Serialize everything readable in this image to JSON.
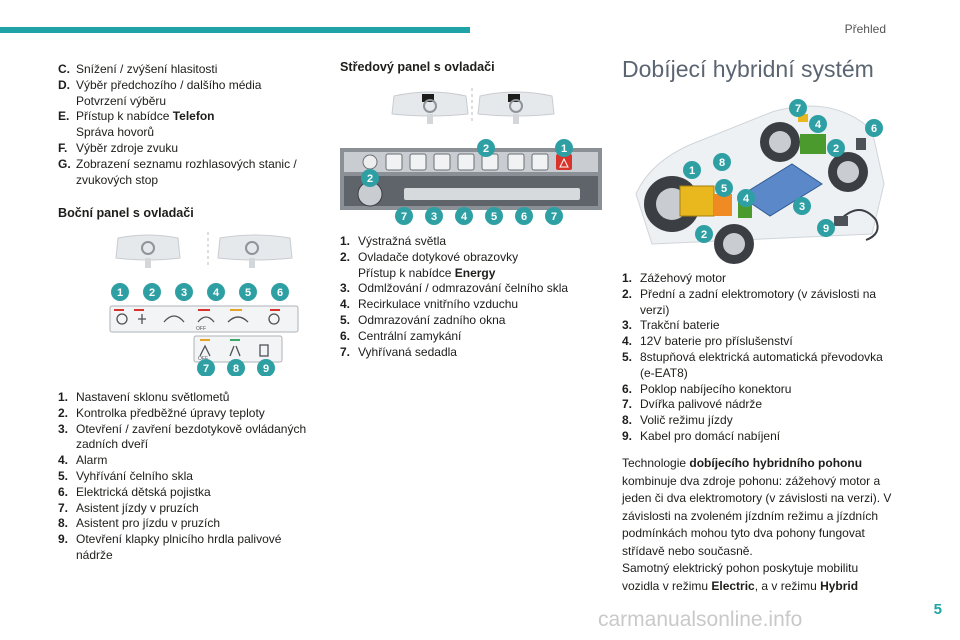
{
  "header": {
    "section": "Přehled"
  },
  "col1": {
    "top_list": [
      {
        "k": "C.",
        "v": "Snížení / zvýšení hlasitosti"
      },
      {
        "k": "D.",
        "v": "Výběr předchozího / dalšího média"
      },
      {
        "k": "",
        "v": "Potvrzení výběru"
      },
      {
        "k": "E.",
        "v": "Přístup k nabídce ",
        "bold": "Telefon"
      },
      {
        "k": "",
        "v": "Správa hovorů"
      },
      {
        "k": "F.",
        "v": "Výběr zdroje zvuku"
      },
      {
        "k": "G.",
        "v": "Zobrazení seznamu rozhlasových stanic / zvukových stop"
      }
    ],
    "side_title": "Boční panel s ovladači",
    "side_list": [
      {
        "k": "1.",
        "v": "Nastavení sklonu světlometů"
      },
      {
        "k": "2.",
        "v": "Kontrolka předběžné úpravy teploty"
      },
      {
        "k": "3.",
        "v": "Otevření / zavření bezdotykově ovládaných zadních dveří"
      },
      {
        "k": "4.",
        "v": "Alarm"
      },
      {
        "k": "5.",
        "v": "Vyhřívání čelního skla"
      },
      {
        "k": "6.",
        "v": "Elektrická dětská pojistka"
      },
      {
        "k": "7.",
        "v": "Asistent jízdy v pruzích"
      },
      {
        "k": "8.",
        "v": "Asistent pro jízdu v pruzích"
      },
      {
        "k": "9.",
        "v": "Otevření klapky plnicího hrdla palivové nádrže"
      }
    ],
    "fig_badges_row1": [
      "1",
      "2",
      "3",
      "4",
      "5",
      "6"
    ],
    "fig_badges_row2": [
      "7",
      "8",
      "9"
    ],
    "off_label": "OFF"
  },
  "col2": {
    "title": "Středový panel s ovladači",
    "list": [
      {
        "k": "1.",
        "v": "Výstražná světla"
      },
      {
        "k": "2.",
        "v": "Ovladače dotykové obrazovky"
      },
      {
        "k": "",
        "v": "Přístup k nabídce ",
        "bold": "Energy"
      },
      {
        "k": "3.",
        "v": "Odmlžování / odmrazování čelního skla"
      },
      {
        "k": "4.",
        "v": "Recirkulace vnitřního vzduchu"
      },
      {
        "k": "5.",
        "v": "Odmrazování zadního okna"
      },
      {
        "k": "6.",
        "v": "Centrální zamykání"
      },
      {
        "k": "7.",
        "v": "Vyhřívaná sedadla"
      }
    ],
    "fig_badges_top": [
      "2",
      "1"
    ],
    "fig_badge_left": "2",
    "fig_badges_bottom": [
      "7",
      "3",
      "4",
      "5",
      "6",
      "7"
    ]
  },
  "col3": {
    "title": "Dobíjecí hybridní systém",
    "list": [
      {
        "k": "1.",
        "v": "Zážehový motor"
      },
      {
        "k": "2.",
        "v": "Přední a zadní elektromotory (v závislosti na verzi)"
      },
      {
        "k": "3.",
        "v": "Trakční baterie"
      },
      {
        "k": "4.",
        "v": "12V baterie pro příslušenství"
      },
      {
        "k": "5.",
        "v": "8stupňová elektrická automatická převodovka (e-EAT8)"
      },
      {
        "k": "6.",
        "v": "Poklop nabíjecího konektoru"
      },
      {
        "k": "7.",
        "v": "Dvířka palivové nádrže"
      },
      {
        "k": "8.",
        "v": "Volič režimu jízdy"
      },
      {
        "k": "9.",
        "v": "Kabel pro domácí nabíjení"
      }
    ],
    "para": {
      "p1_a": "Technologie ",
      "p1_b": "dobíjecího hybridního pohonu",
      "p1_c": " kombinuje dva zdroje pohonu: zážehový motor a jeden či dva elektromotory (v závislosti na verzi). V závislosti na zvoleném jízdním režimu a jízdních podmínkách mohou tyto dva pohony fungovat střídavě nebo současně.",
      "p2_a": "Samotný elektrický pohon poskytuje mobilitu vozidla v režimu ",
      "p2_b": "Electric",
      "p2_c": ", a v režimu ",
      "p2_d": "Hybrid"
    },
    "fig_badges": {
      "b1": "1",
      "b2a": "2",
      "b2b": "2",
      "b3": "3",
      "b4a": "4",
      "b4b": "4",
      "b5": "5",
      "b6": "6",
      "b7": "7",
      "b8": "8",
      "b9": "9"
    }
  },
  "footer": {
    "page": "5",
    "watermark": "carmanualsonline.info"
  },
  "colors": {
    "accent": "#1fa3a6",
    "badge": "#2ea0a4",
    "heading": "#5b6571"
  }
}
